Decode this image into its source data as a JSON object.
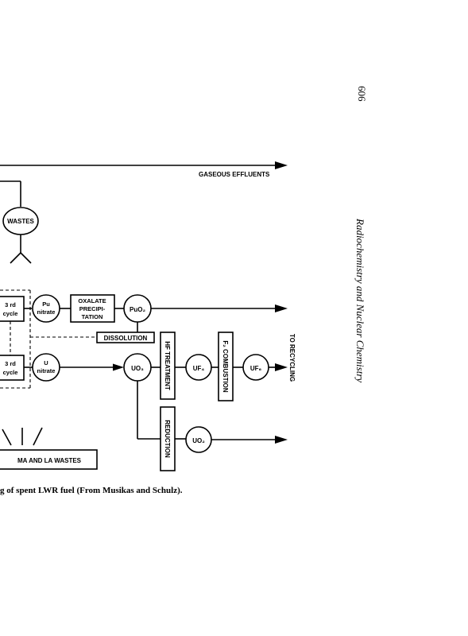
{
  "page": {
    "page_number": "606",
    "running_head": "Radiochemistry and Nuclear Chemistry",
    "caption": "g of spent LWR fuel (From Musikas and Schulz)."
  },
  "diagram": {
    "gaseous_effluents": "GASEOUS EFFLUENTS",
    "wastes": "WASTES",
    "cycle_pu": [
      "3 rd",
      "cycle"
    ],
    "cycle_u": [
      "3 rd",
      "cycle"
    ],
    "pu_nitrate": [
      "Pu",
      "nitrate"
    ],
    "u_nitrate": [
      "U",
      "nitrate"
    ],
    "oxalate": [
      "OXALATE",
      "PRECIPI-",
      "TATION"
    ],
    "puo2": "PuO₂",
    "dissolution": "DISSOLUTION",
    "uo3": "UO₃",
    "hf_treatment": "HF TREATMENT",
    "uf4": "UF₄",
    "f2_combustion": "F₂ COMBUSTION",
    "uf6": "UF₆",
    "reduction": "REDUCTION",
    "uo2": "UO₂",
    "to_recycling": "TO RECYCLING",
    "ma_la_wastes": "MA AND LA WASTES"
  }
}
